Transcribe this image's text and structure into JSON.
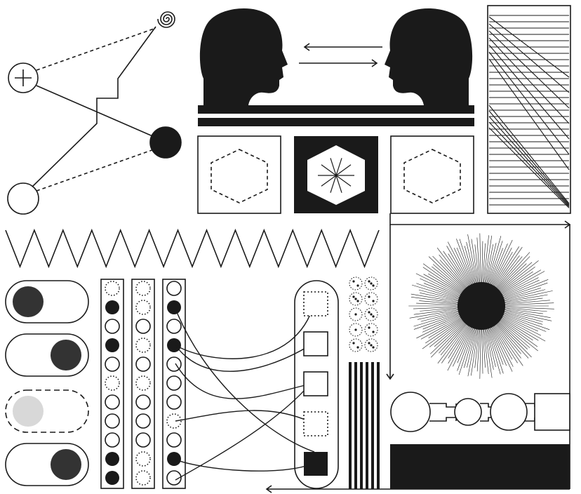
{
  "palette": {
    "ink": "#1a1a1a",
    "paper": "#ffffff",
    "light_ball": "#d8d8d8"
  },
  "icons": {
    "plus_node": "plus-circle-icon",
    "spiral": "spiral-icon",
    "solid_node": "filled-circle-icon",
    "hollow_node": "hollow-circle-icon",
    "head_left": "head-silhouette-icon",
    "head_right": "head-silhouette-icon",
    "arrow_left": "arrow-left-icon",
    "arrow_right": "arrow-right-icon",
    "hexagon": "hexagon-icon",
    "asterisk": "asterisk-icon",
    "sunburst": "sunburst-icon"
  },
  "toggles": [
    {
      "state": "on",
      "knob": "left",
      "outline": "solid"
    },
    {
      "state": "on",
      "knob": "right",
      "outline": "solid"
    },
    {
      "state": "off",
      "knob": "left",
      "outline": "dashed"
    },
    {
      "state": "on",
      "knob": "right",
      "outline": "solid"
    }
  ],
  "columns": [
    [
      "dotted",
      "filled",
      "empty",
      "filled",
      "empty",
      "dotted",
      "empty",
      "empty",
      "empty",
      "filled",
      "filled"
    ],
    [
      "dotted",
      "dotted",
      "empty",
      "dotted",
      "empty",
      "dotted",
      "empty",
      "empty",
      "empty",
      "dotted",
      "dotted"
    ],
    [
      "empty",
      "filled",
      "empty",
      "filled",
      "empty",
      "empty",
      "empty",
      "dotted",
      "empty",
      "filled",
      "empty"
    ]
  ],
  "capsule_squares": [
    "dotted",
    "solid",
    "solid",
    "dotted",
    "filled"
  ],
  "dice_faces": [
    2,
    3,
    3,
    2,
    1,
    3,
    1,
    2,
    2,
    3
  ]
}
